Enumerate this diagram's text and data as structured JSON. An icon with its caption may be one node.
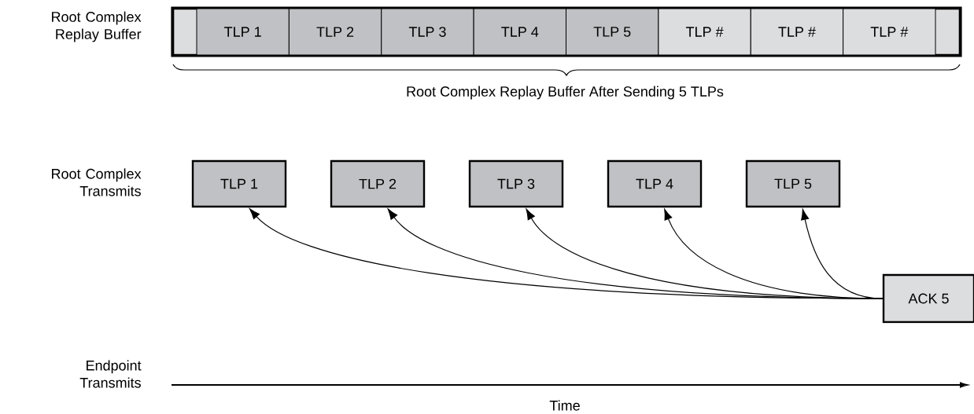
{
  "diagram": {
    "nodes": [
      {
        "text": [],
        "shape": "box"
      },
      {
        "text": [
          "TLP 1"
        ],
        "in": 0
      },
      {
        "text": [
          "TLP 2"
        ],
        "in": 0
      },
      {
        "text": [
          "TLP 3"
        ],
        "in": 0
      },
      {
        "text": [
          "TLP 4"
        ],
        "in": 0
      },
      {
        "text": [
          "TLP 5"
        ],
        "in": 0
      },
      {
        "text": [
          "TLP #"
        ],
        "in": 0
      },
      {
        "text": [
          "TLP #"
        ],
        "in": 0
      },
      {
        "text": [
          "TLP #"
        ],
        "in": 0
      },
      {
        "text": [
          "TLP 1"
        ]
      },
      {
        "text": [
          "TLP 2"
        ]
      },
      {
        "text": [
          "TLP 3"
        ]
      },
      {
        "text": [
          "TLP 4"
        ]
      },
      {
        "text": [
          "TLP 5"
        ]
      },
      {
        "text": [
          "ACK 5"
        ]
      }
    ],
    "edges": [
      {
        "from": 14,
        "to": 9,
        "arrow": "to"
      },
      {
        "from": 14,
        "to": 10,
        "arrow": "to"
      },
      {
        "from": 14,
        "to": 11,
        "arrow": "to"
      },
      {
        "from": 14,
        "to": 12,
        "arrow": "to"
      },
      {
        "from": 14,
        "to": 13,
        "arrow": "to"
      }
    ],
    "labels": [
      "Root Complex Replay Buffer",
      "Root Complex Replay Buffer After Sending 5 TLPs",
      "Root Complex Transmits",
      "Endpoint Transmits",
      "Time"
    ]
  }
}
